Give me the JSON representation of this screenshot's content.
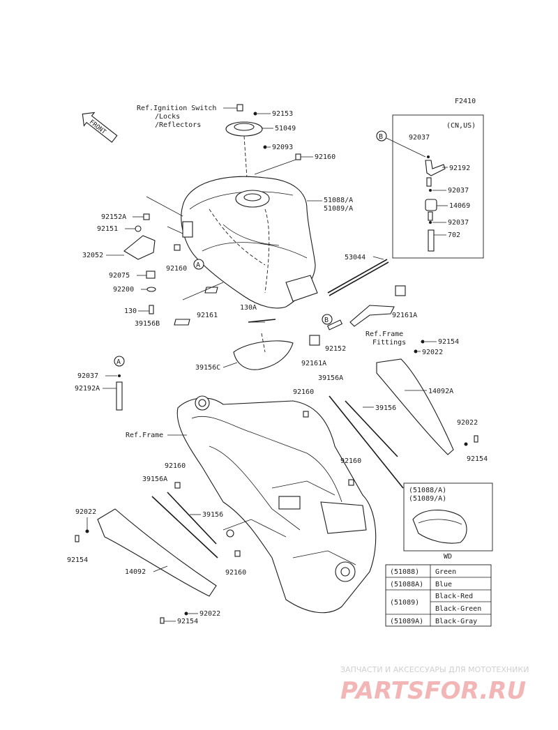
{
  "figure_code": "F2410",
  "front_label": "FRONT",
  "region_label": "(CN,US)",
  "wd_label": "WD",
  "inset_model_lines": [
    "(51088/A)",
    "(51089/A)"
  ],
  "refs": {
    "ignition": [
      "Ref.Ignition Switch",
      "/Locks",
      "/Reflectors"
    ],
    "frame": "Ref.Frame",
    "frame_fittings": [
      "Ref.Frame",
      "Fittings"
    ]
  },
  "callouts": {
    "A": "A",
    "B": "B"
  },
  "parts": [
    "92153",
    "51049",
    "92093",
    "92160",
    "51088/A",
    "51089/A",
    "92152A",
    "92151",
    "32052",
    "92075",
    "92200",
    "130",
    "39156B",
    "92161",
    "130A",
    "92160",
    "53044",
    "92161A",
    "92152",
    "92161A",
    "39156C",
    "92037",
    "92192A",
    "39156A",
    "39156",
    "14092A",
    "92154",
    "92022",
    "92022",
    "92154",
    "92160",
    "39156A",
    "39156",
    "92022",
    "92154",
    "14092",
    "92160",
    "92022",
    "92154",
    "92037",
    "92192",
    "92037",
    "14069",
    "92037",
    "702"
  ],
  "color_table": [
    {
      "code": "(51088)",
      "color": "Green"
    },
    {
      "code": "(51088A)",
      "color": "Blue"
    },
    {
      "code": "(51089)",
      "color": "Black-Red"
    },
    {
      "code": "",
      "color": "Black-Green"
    },
    {
      "code": "(51089A)",
      "color": "Black-Gray"
    }
  ],
  "watermark": {
    "tagline": "ЗАПЧАСТИ И АКСЕССУАРЫ ДЛЯ МОТОТЕХНИКИ",
    "logo_text": "PARTSFOR.RU",
    "logo_color": "#f3b6b6"
  }
}
